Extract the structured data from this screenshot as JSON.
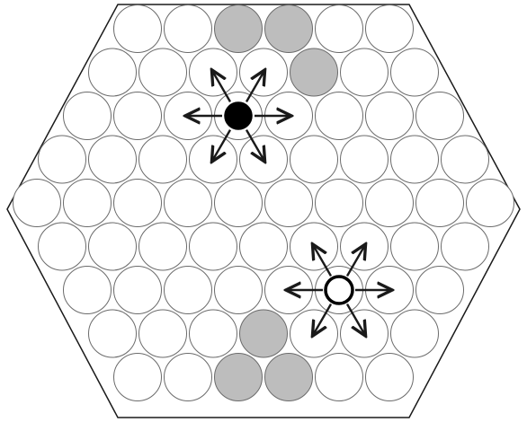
{
  "board": {
    "shape": "hexagon",
    "layout": "hexagonal-circle-grid",
    "row_lengths": [
      6,
      7,
      8,
      9,
      10,
      9,
      8,
      7,
      6
    ],
    "colors": {
      "outline": "#1a1a1a",
      "empty_fill": "#ffffff",
      "empty_stroke": "#6b6b6b",
      "blocked_fill": "#bdbdbd",
      "black_piece": "#000000",
      "white_piece": "#ffffff",
      "arrow": "#1a1a1a"
    },
    "blocked_cells": [
      {
        "row": 0,
        "col": 2
      },
      {
        "row": 0,
        "col": 3
      },
      {
        "row": 1,
        "col": 4
      },
      {
        "row": 7,
        "col": 3
      },
      {
        "row": 8,
        "col": 2
      },
      {
        "row": 8,
        "col": 3
      }
    ]
  },
  "pieces": [
    {
      "name": "black-piece",
      "color": "black",
      "row": 2,
      "col": 3,
      "move_directions": [
        "west",
        "east",
        "north-west",
        "north-east",
        "south-west",
        "south-east"
      ]
    },
    {
      "name": "white-piece",
      "color": "white",
      "row": 6,
      "col": 5,
      "move_directions": [
        "west",
        "east",
        "north-west",
        "north-east",
        "south-west",
        "south-east"
      ]
    }
  ]
}
